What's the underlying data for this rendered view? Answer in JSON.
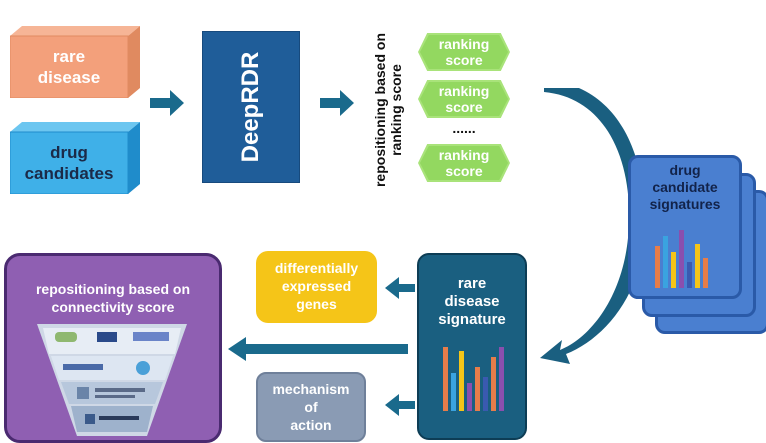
{
  "inputs": {
    "rare_disease": "rare\ndisease",
    "drug_candidates": "drug\ncandidates"
  },
  "model": {
    "name": "DeepRDR"
  },
  "ranking": {
    "side_label": "repositioning based on ranking score",
    "items": [
      "ranking\nscore",
      "ranking\nscore",
      "ranking\nscore"
    ],
    "ellipsis": "......"
  },
  "drug_signatures": {
    "title": "drug\ncandidate\nsignatures"
  },
  "rare_signature": {
    "title": "rare\ndisease\nsignature"
  },
  "outputs": {
    "deg": "differentially\nexpressed\ngenes",
    "moa": "mechanism\nof\naction"
  },
  "connectivity": {
    "title": "repositioning based on\nconnectivity score"
  },
  "colors": {
    "orange": "#f3a07b",
    "blue_light": "#3fb0e8",
    "navy": "#1f5d99",
    "green": "#93d860",
    "yellow": "#f5c518",
    "gray": "#8a9bb4",
    "purple": "#8f5fb2",
    "teal_dark": "#1a5f80"
  }
}
